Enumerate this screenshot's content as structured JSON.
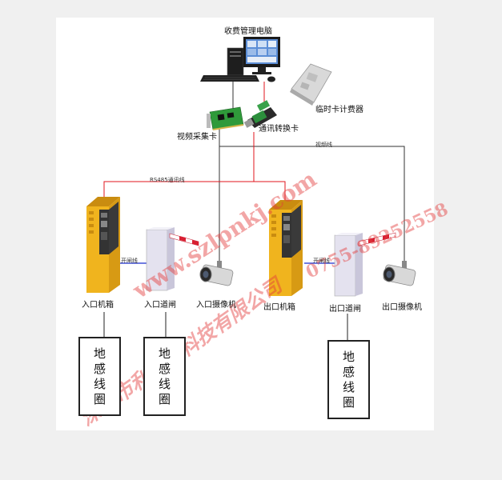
{
  "labels": {
    "pc": "收费管理电脑",
    "temp_card": "临时卡计费器",
    "video_card": "视频采集卡",
    "comm_card": "通讯转换卡",
    "video_line": "视频线",
    "rs485": "RS485通讯线",
    "gate_line_in": "开闸线",
    "gate_line_out": "开闸线",
    "entry_box": "入口机箱",
    "entry_barrier": "入口道闸",
    "entry_camera": "入口摄像机",
    "exit_box": "出口机箱",
    "exit_barrier": "出口道闸",
    "exit_camera": "出口摄像机",
    "loop_1": "地感线圈",
    "loop_2": "地感线圈",
    "loop_3": "地感线圈"
  },
  "watermark": {
    "url": "www.szlpnkj.com",
    "phone": "0755-89252558",
    "company": "深圳市利普诺科技有限公司"
  },
  "colors": {
    "rs485_line": "#e0141e",
    "video_line": "#333333",
    "gate_line": "#1a2fd0",
    "cabinet": "#f0b41e",
    "watermark": "#e43c3c"
  }
}
